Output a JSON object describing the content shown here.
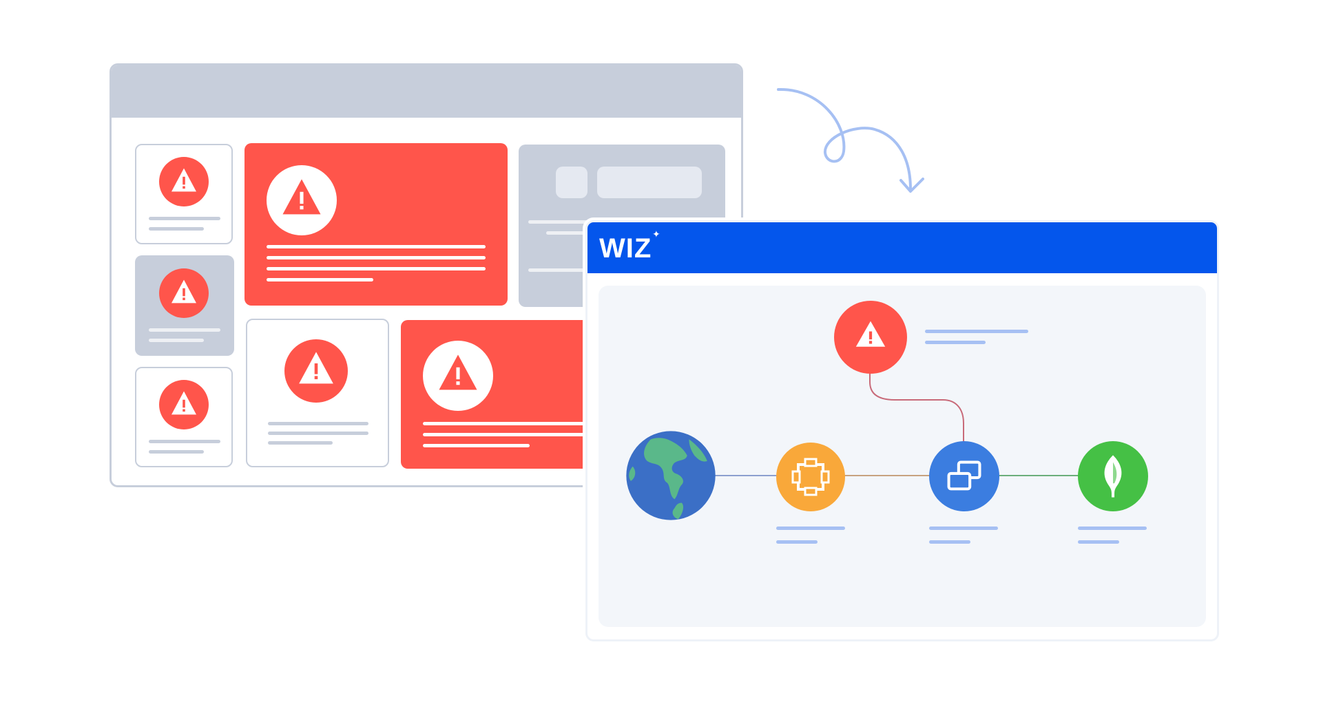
{
  "colors": {
    "alert_red": "#ff554b",
    "wiz_blue": "#0456ec",
    "frame_grey": "#c7cedb",
    "canvas_bg": "#f3f6fa",
    "line_blue": "#a6c0f3",
    "node_orange": "#f9a83a",
    "node_blue": "#3b7de0",
    "node_green": "#45c045",
    "globe_ocean": "#3b6fc6",
    "globe_land": "#5ab88a"
  },
  "wiz": {
    "logo_text": "WIZ"
  },
  "graph": {
    "alert_node_icon": "warning-triangle-icon",
    "nodes": [
      {
        "name": "internet",
        "icon": "globe-icon"
      },
      {
        "name": "network-gateway",
        "icon": "gateway-icon"
      },
      {
        "name": "compute-instances",
        "icon": "instances-icon"
      },
      {
        "name": "database",
        "icon": "mongodb-leaf-icon"
      }
    ]
  },
  "legacy": {
    "alert_icon": "warning-triangle-icon"
  }
}
